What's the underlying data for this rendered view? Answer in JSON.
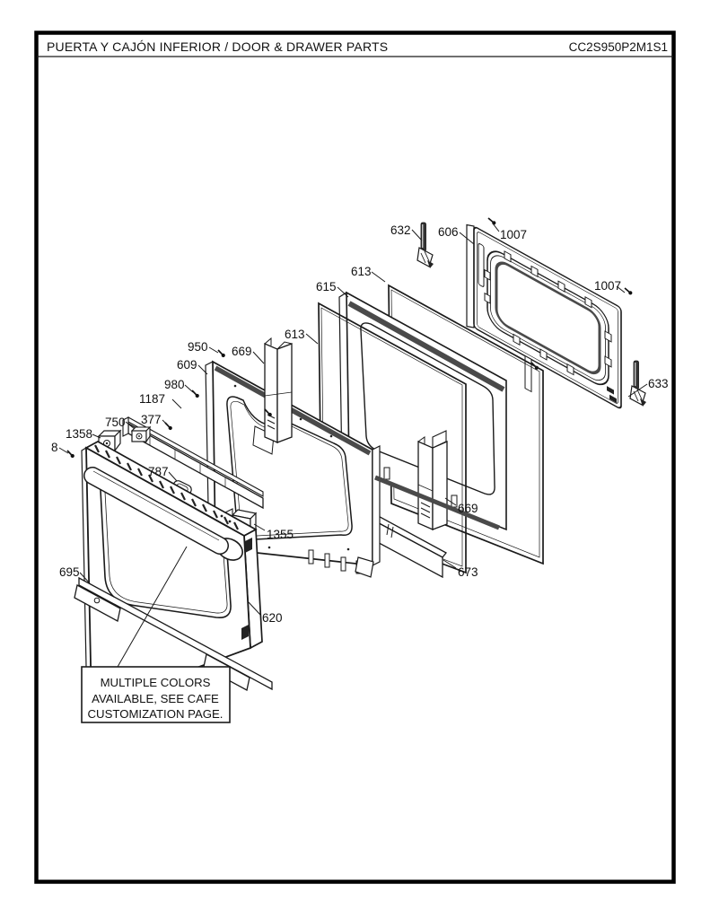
{
  "page": {
    "title": "PUERTA Y CAJÓN INFERIOR / DOOR & DRAWER PARTS",
    "model": "CC2S950P2M1S1"
  },
  "colors": {
    "ink": "#1a1a1a",
    "gasket_band": "#4a4a4a",
    "paper": "#ffffff"
  },
  "note": {
    "lines": [
      "MULTIPLE COLORS",
      "AVAILABLE, SEE CAFE",
      "CUSTOMIZATION PAGE."
    ]
  },
  "diagram": {
    "part_labels": [
      "632",
      "606",
      "1007",
      "1007",
      "613",
      "615",
      "613",
      "950",
      "669",
      "609",
      "980",
      "1187",
      "377",
      "750",
      "1358",
      "8",
      "787",
      "1355",
      "695",
      "620",
      "669",
      "673",
      "633"
    ]
  }
}
